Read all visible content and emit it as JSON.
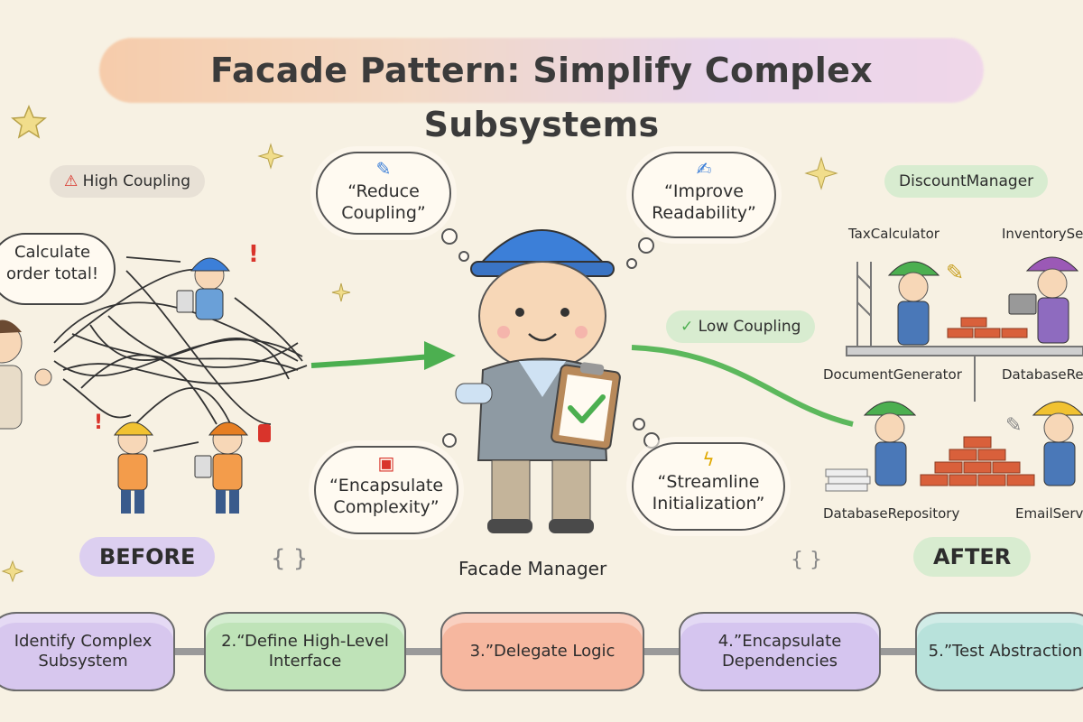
{
  "title": "Facade Pattern: Simplify Complex Subsystems",
  "before": {
    "warning_badge": "High Coupling",
    "speech": "Calculate order total!",
    "phase_label": "BEFORE"
  },
  "center": {
    "clouds": {
      "reduce_coupling": "“Reduce Coupling”",
      "improve_readability": "“Improve Readability”",
      "encapsulate_complexity": "“Encapsulate Complexity”",
      "streamline_init": "“Streamline Initialization”"
    },
    "manager_label": "Facade Manager",
    "low_coupling": "Low Coupling"
  },
  "after": {
    "header": "DiscountManager",
    "workers": {
      "tax": "TaxCalculator",
      "inventory": "InventorySe",
      "document": "DocumentGenerator",
      "database_top": "DatabaseRe",
      "database_repo": "DatabaseRepository",
      "email": "EmailServ"
    },
    "phase_label": "AFTER"
  },
  "braces": [
    "{ }",
    "{ }"
  ],
  "steps": [
    {
      "label": "Identify Complex Subsystem",
      "color": "#d7c7ee"
    },
    {
      "label": "2.“Define High-Level Interface",
      "color": "#bfe3b8"
    },
    {
      "label": "3.”Delegate Logic",
      "color": "#f6b79f"
    },
    {
      "label": "4.”Encapsulate Dependencies",
      "color": "#d5c5ef"
    },
    {
      "label": "5.”Test Abstraction",
      "color": "#b8e2db"
    }
  ],
  "colors": {
    "accent_green": "#4caf50",
    "warning_red": "#d9342b",
    "helmet_blue": "#3c7fd8"
  },
  "icons": [
    "warning-icon",
    "check-icon",
    "wrench-icon",
    "gift-icon",
    "lightning-icon",
    "clipboard-icon"
  ]
}
